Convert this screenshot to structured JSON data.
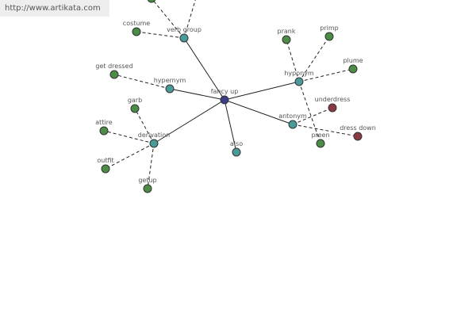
{
  "watermark": "http://www.artikata.com",
  "colors": {
    "center": "#3a3d86",
    "relation": "#4b9a9a",
    "word": "#4b8c47",
    "antonym_word": "#8c3a42"
  },
  "nodes": [
    {
      "id": "fancy-up",
      "label": "fancy up",
      "kind": "center"
    },
    {
      "id": "verb-group",
      "label": "verb group",
      "kind": "relation"
    },
    {
      "id": "hypernym",
      "label": "hypernym",
      "kind": "relation"
    },
    {
      "id": "hyponym",
      "label": "hyponym",
      "kind": "relation"
    },
    {
      "id": "antonym",
      "label": "antonym",
      "kind": "relation"
    },
    {
      "id": "derivation",
      "label": "derivation",
      "kind": "relation"
    },
    {
      "id": "also",
      "label": "also",
      "kind": "relation"
    },
    {
      "id": "costume",
      "label": "costume",
      "kind": "word"
    },
    {
      "id": "verb-top-a",
      "label": "",
      "kind": "word"
    },
    {
      "id": "get-dressed",
      "label": "get dressed",
      "kind": "word"
    },
    {
      "id": "prank",
      "label": "prank",
      "kind": "word"
    },
    {
      "id": "primp",
      "label": "primp",
      "kind": "word"
    },
    {
      "id": "plume",
      "label": "plume",
      "kind": "word"
    },
    {
      "id": "preen",
      "label": "preen",
      "kind": "word"
    },
    {
      "id": "underdress",
      "label": "underdress",
      "kind": "antonym_word"
    },
    {
      "id": "dress-down",
      "label": "dress down",
      "kind": "antonym_word"
    },
    {
      "id": "garb",
      "label": "garb",
      "kind": "word"
    },
    {
      "id": "attire",
      "label": "attire",
      "kind": "word"
    },
    {
      "id": "outfit",
      "label": "outfit",
      "kind": "word"
    },
    {
      "id": "getup",
      "label": "getup",
      "kind": "word"
    }
  ],
  "edges": [
    {
      "from": "fancy-up",
      "to": "verb-group",
      "style": "solid"
    },
    {
      "from": "fancy-up",
      "to": "hypernym",
      "style": "solid"
    },
    {
      "from": "fancy-up",
      "to": "hyponym",
      "style": "solid"
    },
    {
      "from": "fancy-up",
      "to": "antonym",
      "style": "solid"
    },
    {
      "from": "fancy-up",
      "to": "derivation",
      "style": "solid"
    },
    {
      "from": "fancy-up",
      "to": "also",
      "style": "solid"
    },
    {
      "from": "verb-group",
      "to": "costume",
      "style": "dashed"
    },
    {
      "from": "verb-group",
      "to": "verb-top-a",
      "style": "dashed"
    },
    {
      "from": "verb-group",
      "to": "verb-top-b",
      "style": "dashed"
    },
    {
      "from": "hypernym",
      "to": "get-dressed",
      "style": "dashed"
    },
    {
      "from": "hyponym",
      "to": "prank",
      "style": "dashed"
    },
    {
      "from": "hyponym",
      "to": "primp",
      "style": "dashed"
    },
    {
      "from": "hyponym",
      "to": "plume",
      "style": "dashed"
    },
    {
      "from": "hyponym",
      "to": "preen",
      "style": "dashed"
    },
    {
      "from": "antonym",
      "to": "underdress",
      "style": "dashed"
    },
    {
      "from": "antonym",
      "to": "dress-down",
      "style": "dashed"
    },
    {
      "from": "derivation",
      "to": "garb",
      "style": "dashed"
    },
    {
      "from": "derivation",
      "to": "attire",
      "style": "dashed"
    },
    {
      "from": "derivation",
      "to": "outfit",
      "style": "dashed"
    },
    {
      "from": "derivation",
      "to": "getup",
      "style": "dashed"
    }
  ]
}
